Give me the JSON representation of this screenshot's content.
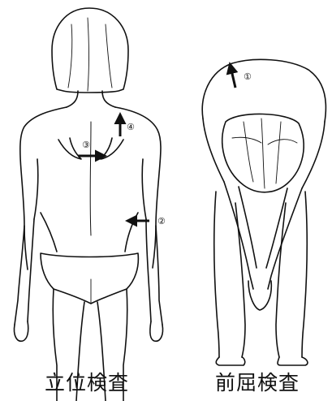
{
  "captions": {
    "standing": "立位検査",
    "forward_bend": "前屈検査"
  },
  "markers": {
    "m1": "①",
    "m2": "②",
    "m3": "③",
    "m4": "④"
  },
  "colors": {
    "line": "#111111",
    "background": "#ffffff"
  }
}
